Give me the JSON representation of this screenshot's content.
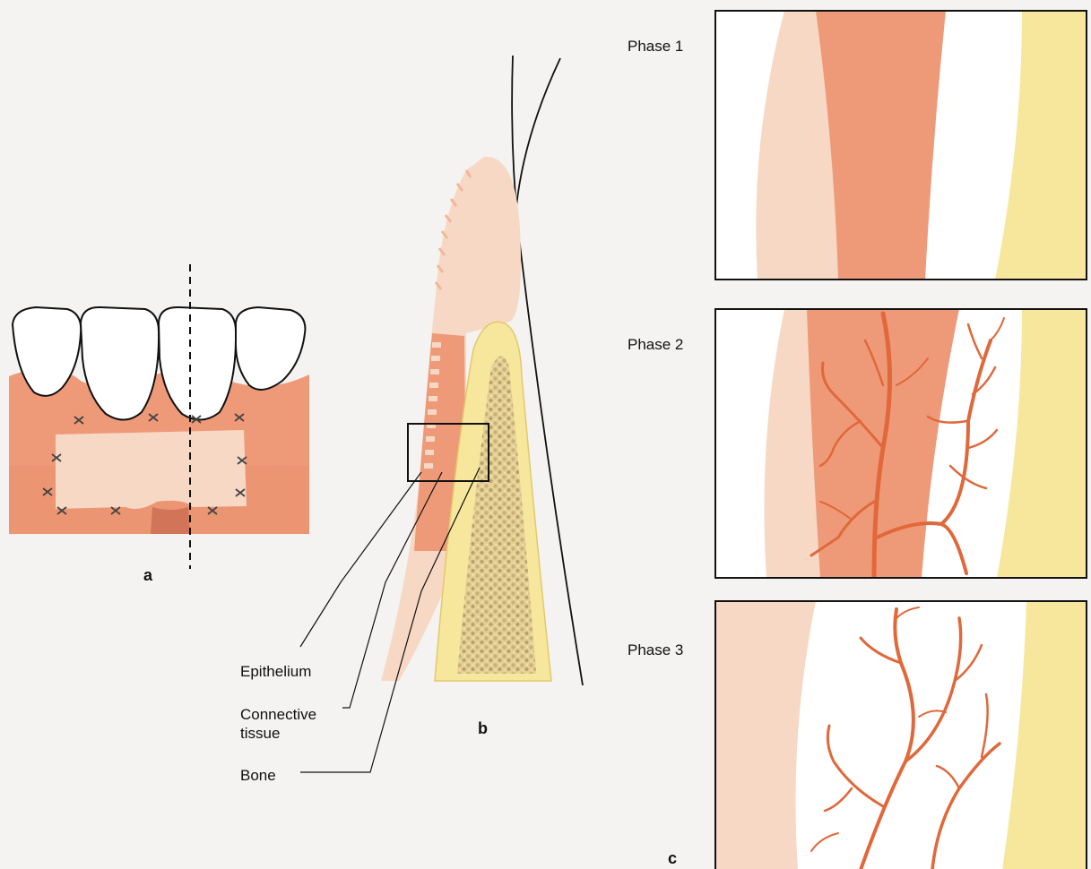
{
  "panels": {
    "a": {
      "letter": "a"
    },
    "b": {
      "letter": "b",
      "labels": {
        "epithelium": "Epithelium",
        "connective_line1": "Connective",
        "connective_line2": "tissue",
        "bone": "Bone"
      }
    },
    "c": {
      "letter": "c",
      "phases": [
        "Phase 1",
        "Phase 2",
        "Phase 3"
      ]
    }
  },
  "colors": {
    "background": "#f4f3f1",
    "epithelium": "#f7d8c4",
    "connective_tissue": "#ee9a79",
    "tissue_dark": "#e07f5b",
    "bone": "#f7e79d",
    "vessel": "#e0683a",
    "tooth": "#ffffff",
    "outline": "#111111"
  },
  "icons": {
    "suture": "suture-x-icon"
  }
}
